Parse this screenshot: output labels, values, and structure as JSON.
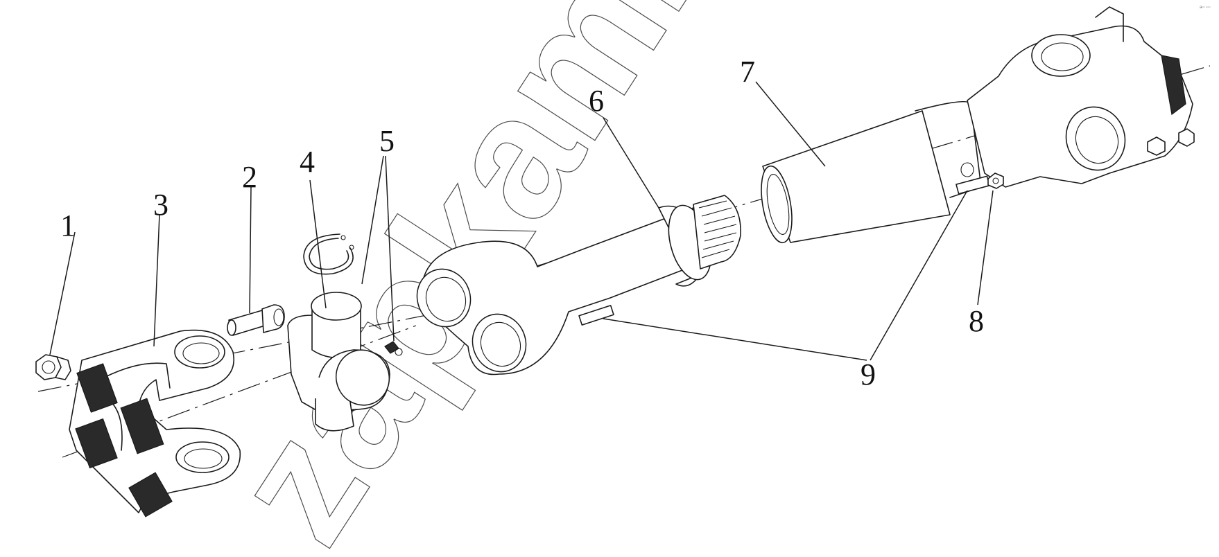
{
  "diagram": {
    "callouts": [
      {
        "id": "1",
        "label": "1"
      },
      {
        "id": "2",
        "label": "2"
      },
      {
        "id": "3",
        "label": "3"
      },
      {
        "id": "4",
        "label": "4"
      },
      {
        "id": "5",
        "label": "5"
      },
      {
        "id": "6",
        "label": "6"
      },
      {
        "id": "7",
        "label": "7"
      },
      {
        "id": "8",
        "label": "8"
      },
      {
        "id": "9",
        "label": "9"
      }
    ],
    "watermark": "zapkami.ru",
    "corner_mark": "a▫▫ ▫▫▫",
    "colors": {
      "line": "#1a1a1a",
      "background": "#ffffff"
    }
  }
}
